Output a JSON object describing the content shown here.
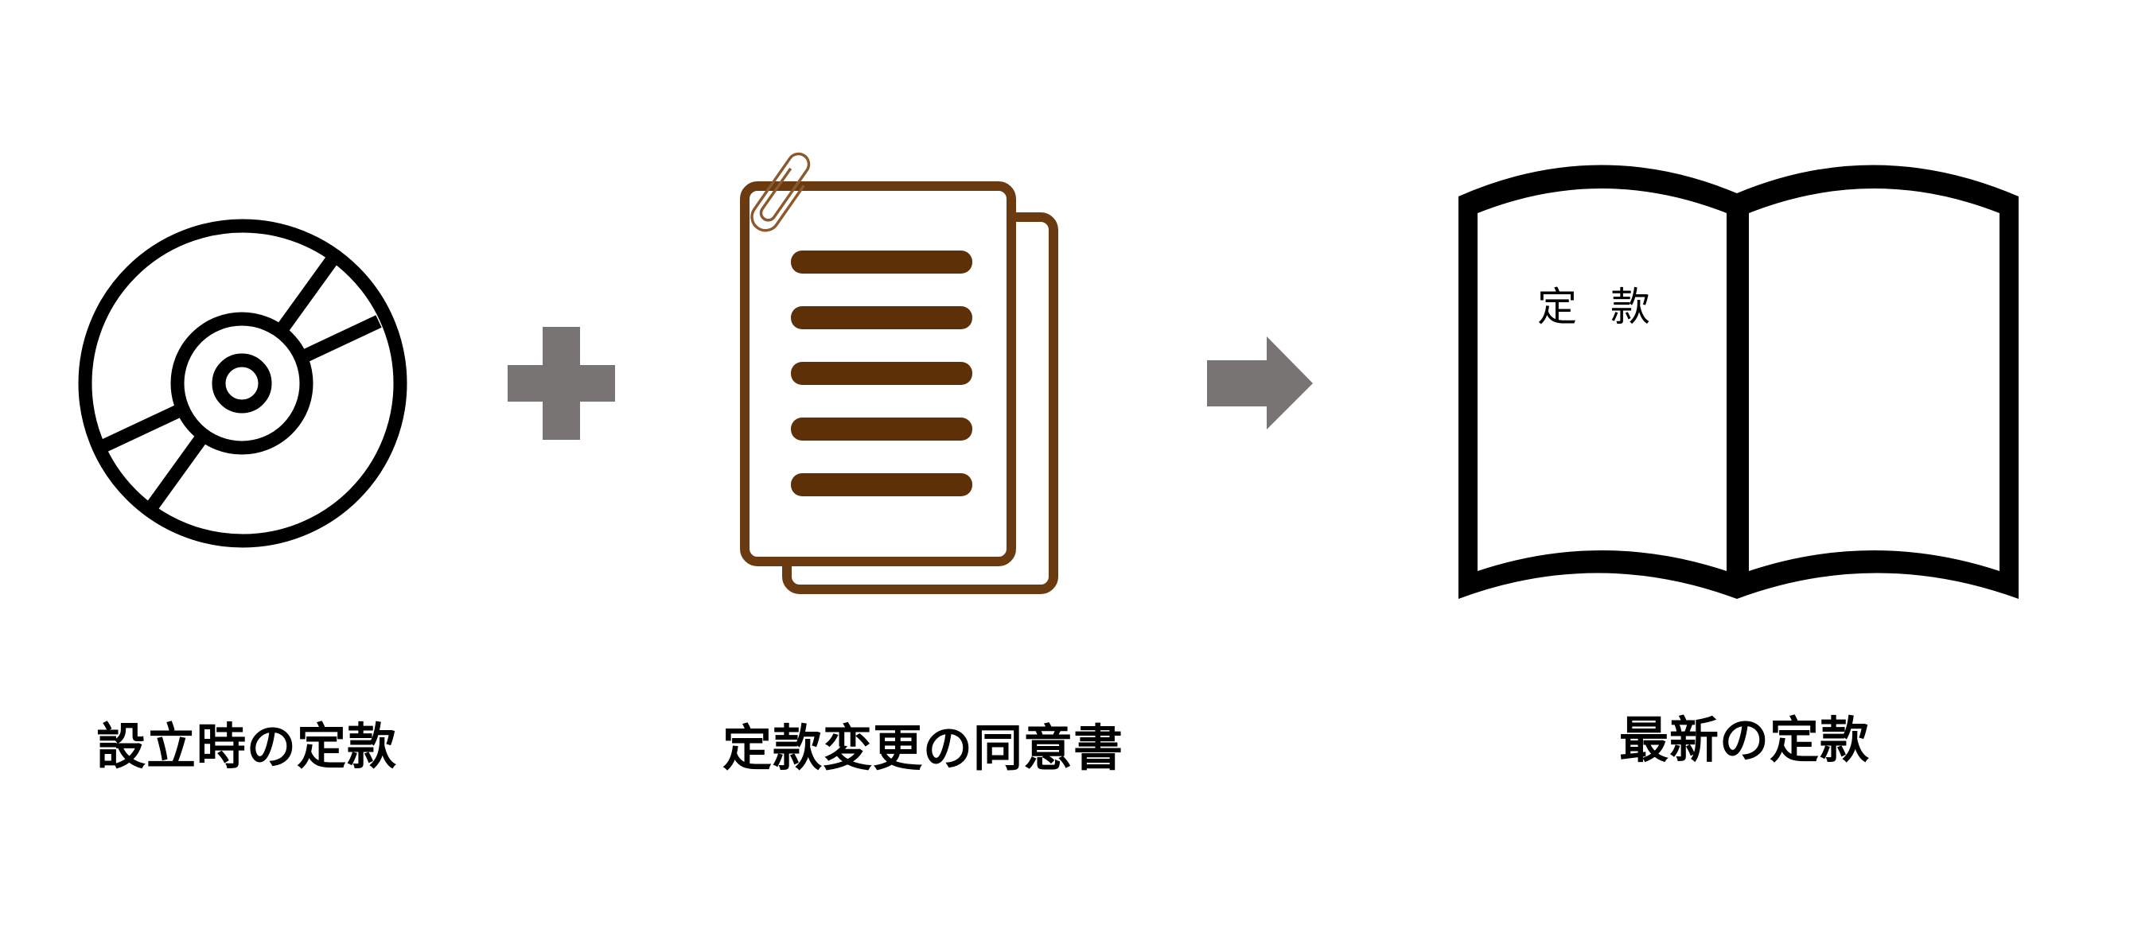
{
  "diagram": {
    "type": "equation-flow",
    "operators": {
      "plus": {
        "symbol": "+",
        "color": "#787474"
      },
      "arrow": {
        "symbol": "→",
        "color": "#787474"
      }
    },
    "items": [
      {
        "icon": "cd-disc-icon",
        "label": "設立時の定款",
        "color": "#000000"
      },
      {
        "icon": "stacked-documents-paperclip-icon",
        "label": "定款変更の同意書",
        "color": "#5e3008"
      },
      {
        "icon": "open-book-icon",
        "label": "最新の定款",
        "book_text": "定款",
        "color": "#000000"
      }
    ]
  }
}
